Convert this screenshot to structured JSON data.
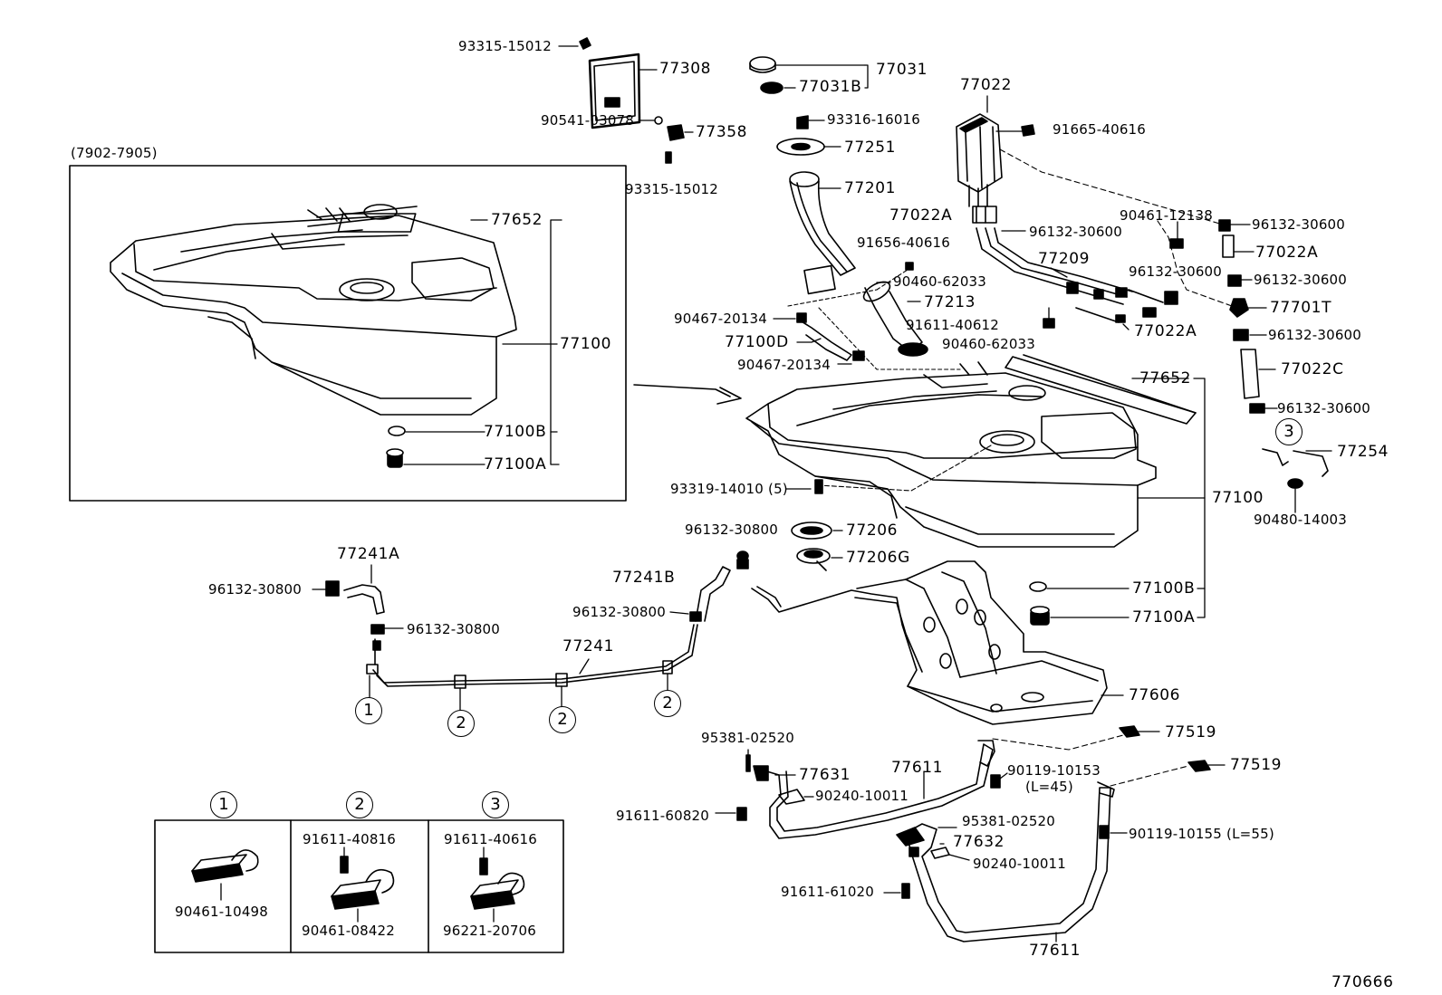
{
  "diagram": {
    "drawing_id": "770666",
    "variant_caption": "(7902-7905)",
    "labels": {
      "p93315_15012_top": "93315-15012",
      "p77308": "77308",
      "p90541_03078": "90541-03078",
      "p77358": "77358",
      "p93315_15012_bot": "93315-15012",
      "p77031": "77031",
      "p77031B": "77031B",
      "p93316_16016": "93316-16016",
      "p77251": "77251",
      "p77201": "77201",
      "p77022": "77022",
      "p91665_40616": "91665-40616",
      "p77022A_1": "77022A",
      "p96132_30600_1": "96132-30600",
      "p91656_40616": "91656-40616",
      "p77209": "77209",
      "p90461_12138": "90461-12138",
      "p96132_30600_2": "96132-30600",
      "p77022A_2": "77022A",
      "p96132_30600_3": "96132-30600",
      "p96132_30600_4": "96132-30600",
      "p90460_62033_1": "90460-62033",
      "p77213": "77213",
      "p77701T": "77701T",
      "p90467_20134_1": "90467-20134",
      "p91611_40612": "91611-40612",
      "p77022A_3": "77022A",
      "p96132_30600_5": "96132-30600",
      "p77100D": "77100D",
      "p90460_62033_2": "90460-62033",
      "p90467_20134_2": "90467-20134",
      "p77022C": "77022C",
      "p77652_main": "77652",
      "p96132_30600_6": "96132-30600",
      "p77254": "77254",
      "p93319_14010": "93319-14010 (5)",
      "p77100_main": "77100",
      "p96132_30800_1": "96132-30800",
      "p77206": "77206",
      "p90480_14003": "90480-14003",
      "p77206G": "77206G",
      "p77241A": "77241A",
      "p77241B": "77241B",
      "p96132_30800_2": "96132-30800",
      "p96132_30800_3": "96132-30800",
      "p96132_30800_4": "96132-30800",
      "p77100B_main": "77100B",
      "p77100A_main": "77100A",
      "p77241": "77241",
      "p77606": "77606",
      "p77519_1": "77519",
      "p95381_02520_1": "95381-02520",
      "p77631": "77631",
      "p77611_top": "77611",
      "p90119_10153": "90119-10153",
      "p L45": "(L=45)",
      "p77519_2": "77519",
      "p90240_10011_1": "90240-10011",
      "p91611_60820": "91611-60820",
      "p95381_02520_2": "95381-02520",
      "p77632": "77632",
      "p90119_10155": "90119-10155 (L=55)",
      "p90240_10011_2": "90240-10011",
      "p91611_61020": "91611-61020",
      "p77611_bot": "77611",
      "p77652_inset": "77652",
      "p77100_inset": "77100",
      "p77100B_inset": "77100B",
      "p77100A_inset": "77100A",
      "p91611_40816": "91611-40816",
      "p91611_40616": "91611-40616",
      "p90461_10498": "90461-10498",
      "p90461_08422": "90461-08422",
      "p96221_20706": "96221-20706"
    },
    "callouts": {
      "c1": "1",
      "c2": "2",
      "c3": "3"
    }
  }
}
